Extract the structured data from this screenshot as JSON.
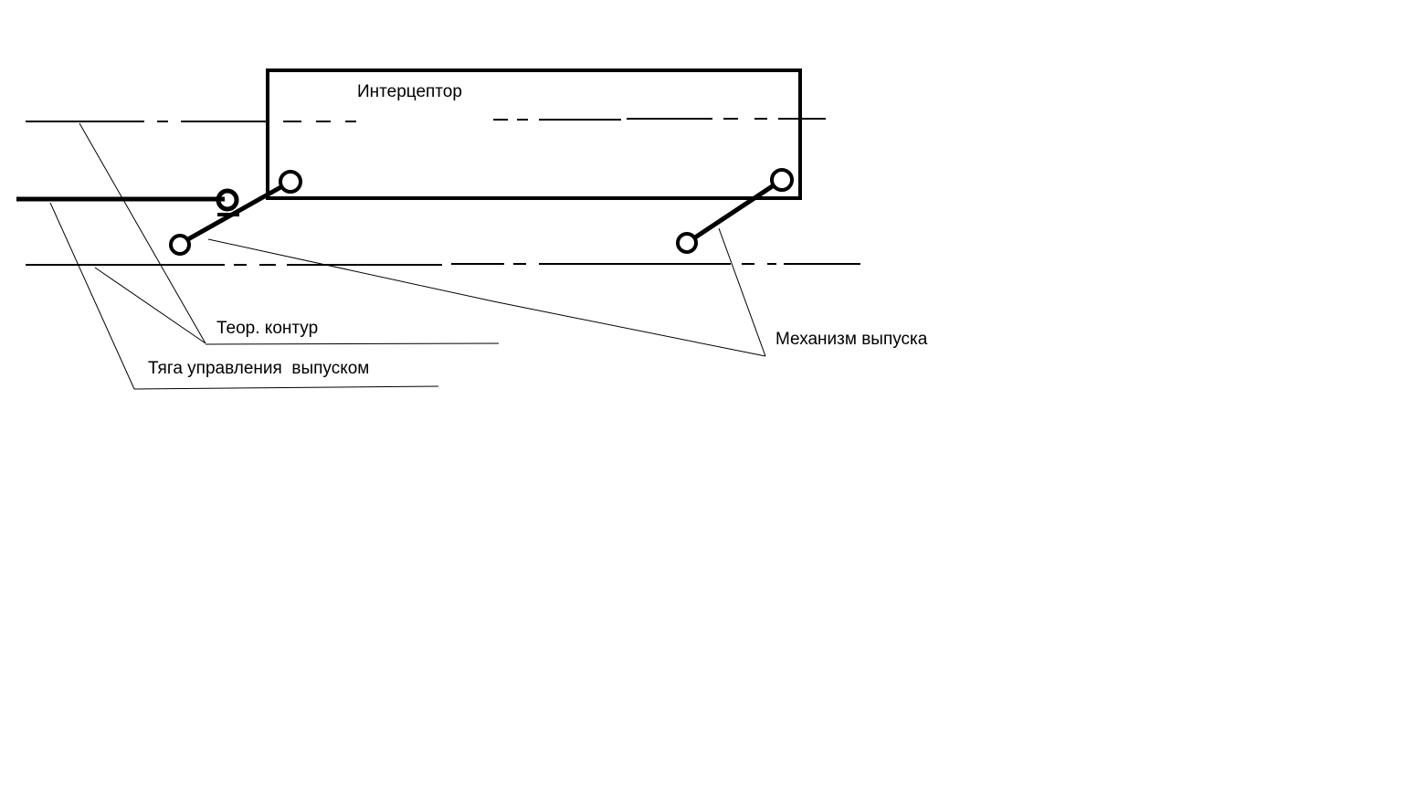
{
  "diagram": {
    "labels": {
      "interceptor": "Интерцептор",
      "theor_contour": "Теор. контур",
      "control_rod": "Тяга управления  выпуском",
      "release_mechanism": "Механизм выпуска"
    },
    "colors": {
      "background": "#ffffff",
      "stroke": "#000000"
    }
  }
}
